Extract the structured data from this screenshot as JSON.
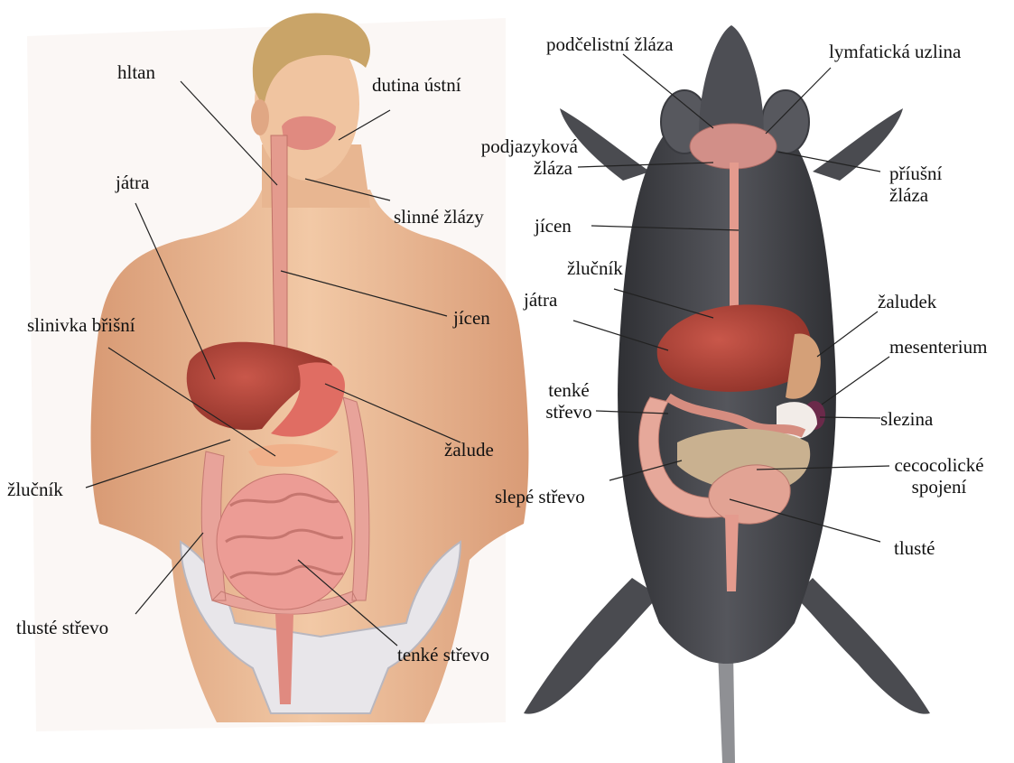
{
  "human": {
    "labels": {
      "hltan": "hltan",
      "dutina_ustni": "dutina ústní",
      "jatra": "játra",
      "slinne_zlazy": "slinné žlázy",
      "jicen": "jícen",
      "slinivka": "slinivka břišní",
      "zaludek": "žalude",
      "zlucnik": "žlučník",
      "tluste_strevo": "tlusté střevo",
      "tenke_strevo": "tenké střevo"
    }
  },
  "mouse": {
    "labels": {
      "podcelistni": "podčelistní žláza",
      "lymfaticka": "lymfatická uzlina",
      "podjazykova_1": "podjazyková",
      "podjazykova_2": "žláza",
      "priusni_1": "příušní",
      "priusni_2": "žláza",
      "jicen": "jícen",
      "zlucnik": "žlučník",
      "jatra": "játra",
      "zaludek": "žaludek",
      "mesenterium": "mesenterium",
      "tenke_1": "tenké",
      "tenke_2": "střevo",
      "slezina": "slezina",
      "cecocolicke_1": "cecocolické",
      "cecocolicke_2": "spojení",
      "slepe": "slepé střevo",
      "tluste": "tlusté"
    }
  },
  "colors": {
    "skin": "#efc3a0",
    "skin_shadow": "#d99f7c",
    "hair": "#c9a468",
    "organ": "#e79a8f",
    "liver": "#b5453a",
    "bone": "#e8e6ea",
    "mouse_fur": "#4a4b50",
    "mouse_fur_dark": "#333438",
    "colon": "#e6a89a",
    "cecum": "#c9b190",
    "spleen": "#6b2a4a",
    "leader_line": "#222222"
  }
}
